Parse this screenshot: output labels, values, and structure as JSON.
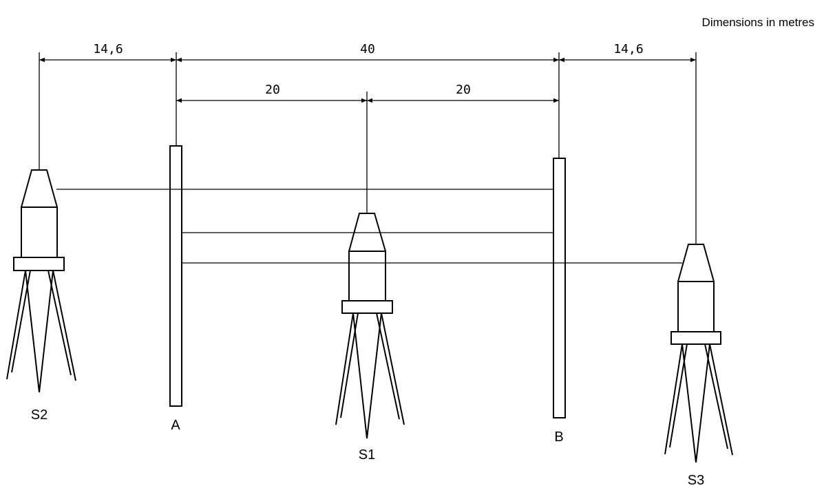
{
  "note": "Dimensions in metres",
  "dimensions": {
    "s2_to_a": "14,6",
    "a_to_b": "40",
    "a_to_s1": "20",
    "s1_to_b": "20",
    "b_to_s3": "14,6"
  },
  "staffs": {
    "a": "A",
    "b": "B"
  },
  "instruments": {
    "s1": "S1",
    "s2": "S2",
    "s3": "S3"
  }
}
